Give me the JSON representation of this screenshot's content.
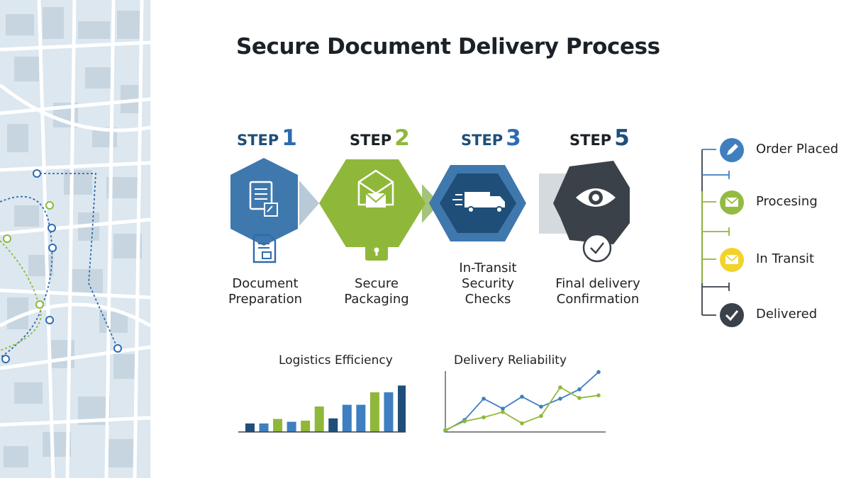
{
  "title": "Secure Document Delivery Process",
  "steps": [
    {
      "step_word": "STEP",
      "number": "1",
      "label_lines": [
        "Document",
        "Preparation"
      ],
      "icon": "document-icon",
      "sub_icon": "document-stamp-icon",
      "color": "#3f78ad"
    },
    {
      "step_word": "STEP",
      "number": "2",
      "label_lines": [
        "Secure",
        "Packaging"
      ],
      "icon": "envelope-package-icon",
      "sub_icon": "padlock-icon",
      "color": "#8fb83a"
    },
    {
      "step_word": "STEP",
      "number": "3",
      "label_lines": [
        "In-Transit",
        "Security",
        "Checks"
      ],
      "icon": "truck-icon",
      "sub_icon": "",
      "color": "#2d5f91"
    },
    {
      "step_word": "STEP",
      "number": "5",
      "label_lines": [
        "Final delivery",
        "Confirmation"
      ],
      "icon": "eye-icon",
      "sub_icon": "checkmark-circle-icon",
      "color": "#3a4149"
    }
  ],
  "timeline": [
    {
      "label": "Order Placed",
      "icon": "pencil-icon",
      "color": "#3f7fc0"
    },
    {
      "label": "Procesing",
      "icon": "mail-icon",
      "color": "#93bb44"
    },
    {
      "label": "In Transit",
      "icon": "mail-icon",
      "color": "#f1d32c"
    },
    {
      "label": "Delivered",
      "icon": "checkmark-icon",
      "color": "#3a4149"
    }
  ],
  "chart_data": [
    {
      "type": "bar",
      "title": "Logistics Efficiency",
      "values": [
        1.5,
        1.5,
        2.3,
        1.8,
        2.0,
        4.5,
        2.4,
        4.8,
        4.8,
        7.0,
        7.0,
        8.2
      ],
      "colors": [
        "#1f4e79",
        "#3f7fc0",
        "#8fb83a",
        "#3f7fc0",
        "#8fb83a",
        "#8fb83a",
        "#1f4e79",
        "#3f7fc0",
        "#3f7fc0",
        "#8fb83a",
        "#3f7fc0",
        "#1f4e79"
      ],
      "ylim": [
        0,
        10
      ]
    },
    {
      "type": "line",
      "title": "Delivery Reliability",
      "series": [
        {
          "color": "#3f7fc0",
          "values": [
            0.2,
            1.8,
            5.0,
            3.5,
            5.3,
            3.8,
            5.0,
            6.4,
            9.0
          ]
        },
        {
          "color": "#8fb83a",
          "values": [
            0.3,
            1.6,
            2.2,
            3.0,
            1.3,
            2.4,
            6.7,
            5.1,
            5.5
          ]
        }
      ],
      "ylim": [
        0,
        10
      ]
    }
  ]
}
